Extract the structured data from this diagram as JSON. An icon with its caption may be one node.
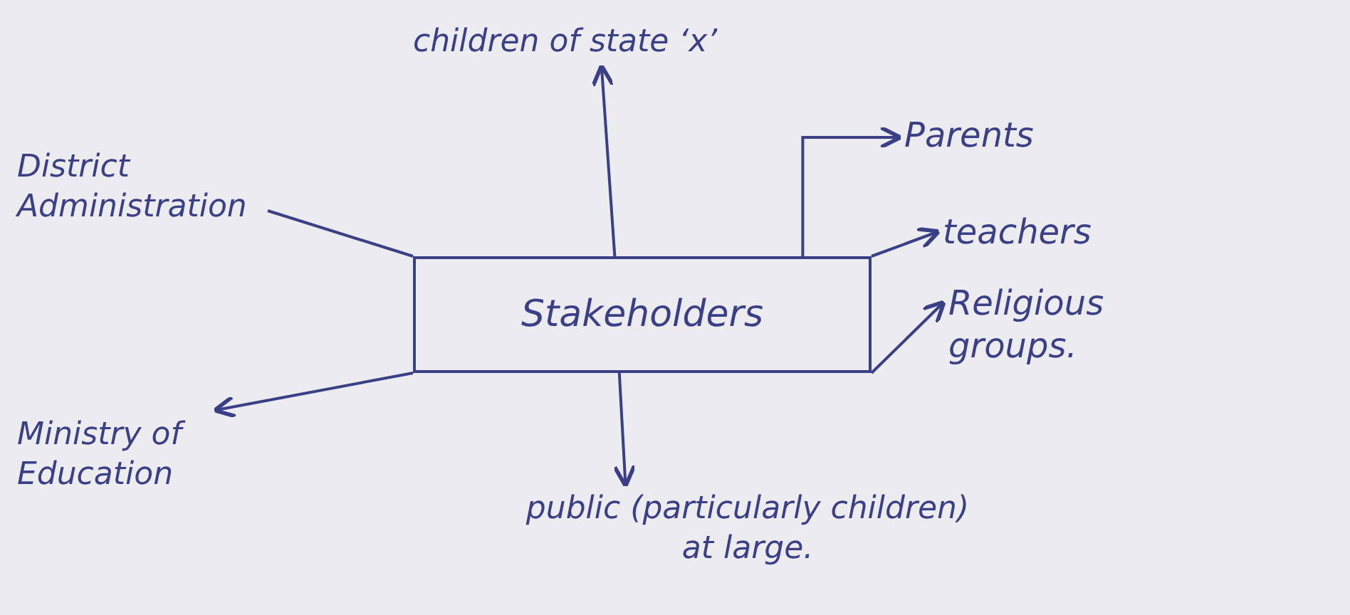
{
  "diagram": {
    "nodes": [
      {
        "text": [
          "Stakeholders"
        ]
      },
      {
        "text": [
          "children of state ‘x’"
        ]
      },
      {
        "text": [
          "District Administration"
        ]
      },
      {
        "text": [
          "Parents"
        ]
      },
      {
        "text": [
          "teachers"
        ]
      },
      {
        "text": [
          "Religious groups."
        ]
      },
      {
        "text": [
          "Ministry of Education"
        ]
      },
      {
        "text": [
          "public (particularly children) at large."
        ]
      }
    ],
    "edges": [
      {
        "from": 0,
        "to": 1,
        "arrow": "to"
      },
      {
        "from": 0,
        "to": 2,
        "arrow": "none"
      },
      {
        "from": 0,
        "to": 3,
        "arrow": "to"
      },
      {
        "from": 0,
        "to": 4,
        "arrow": "to"
      },
      {
        "from": 0,
        "to": 5,
        "arrow": "to"
      },
      {
        "from": 0,
        "to": 6,
        "arrow": "to"
      },
      {
        "from": 0,
        "to": 7,
        "arrow": "to"
      }
    ]
  }
}
